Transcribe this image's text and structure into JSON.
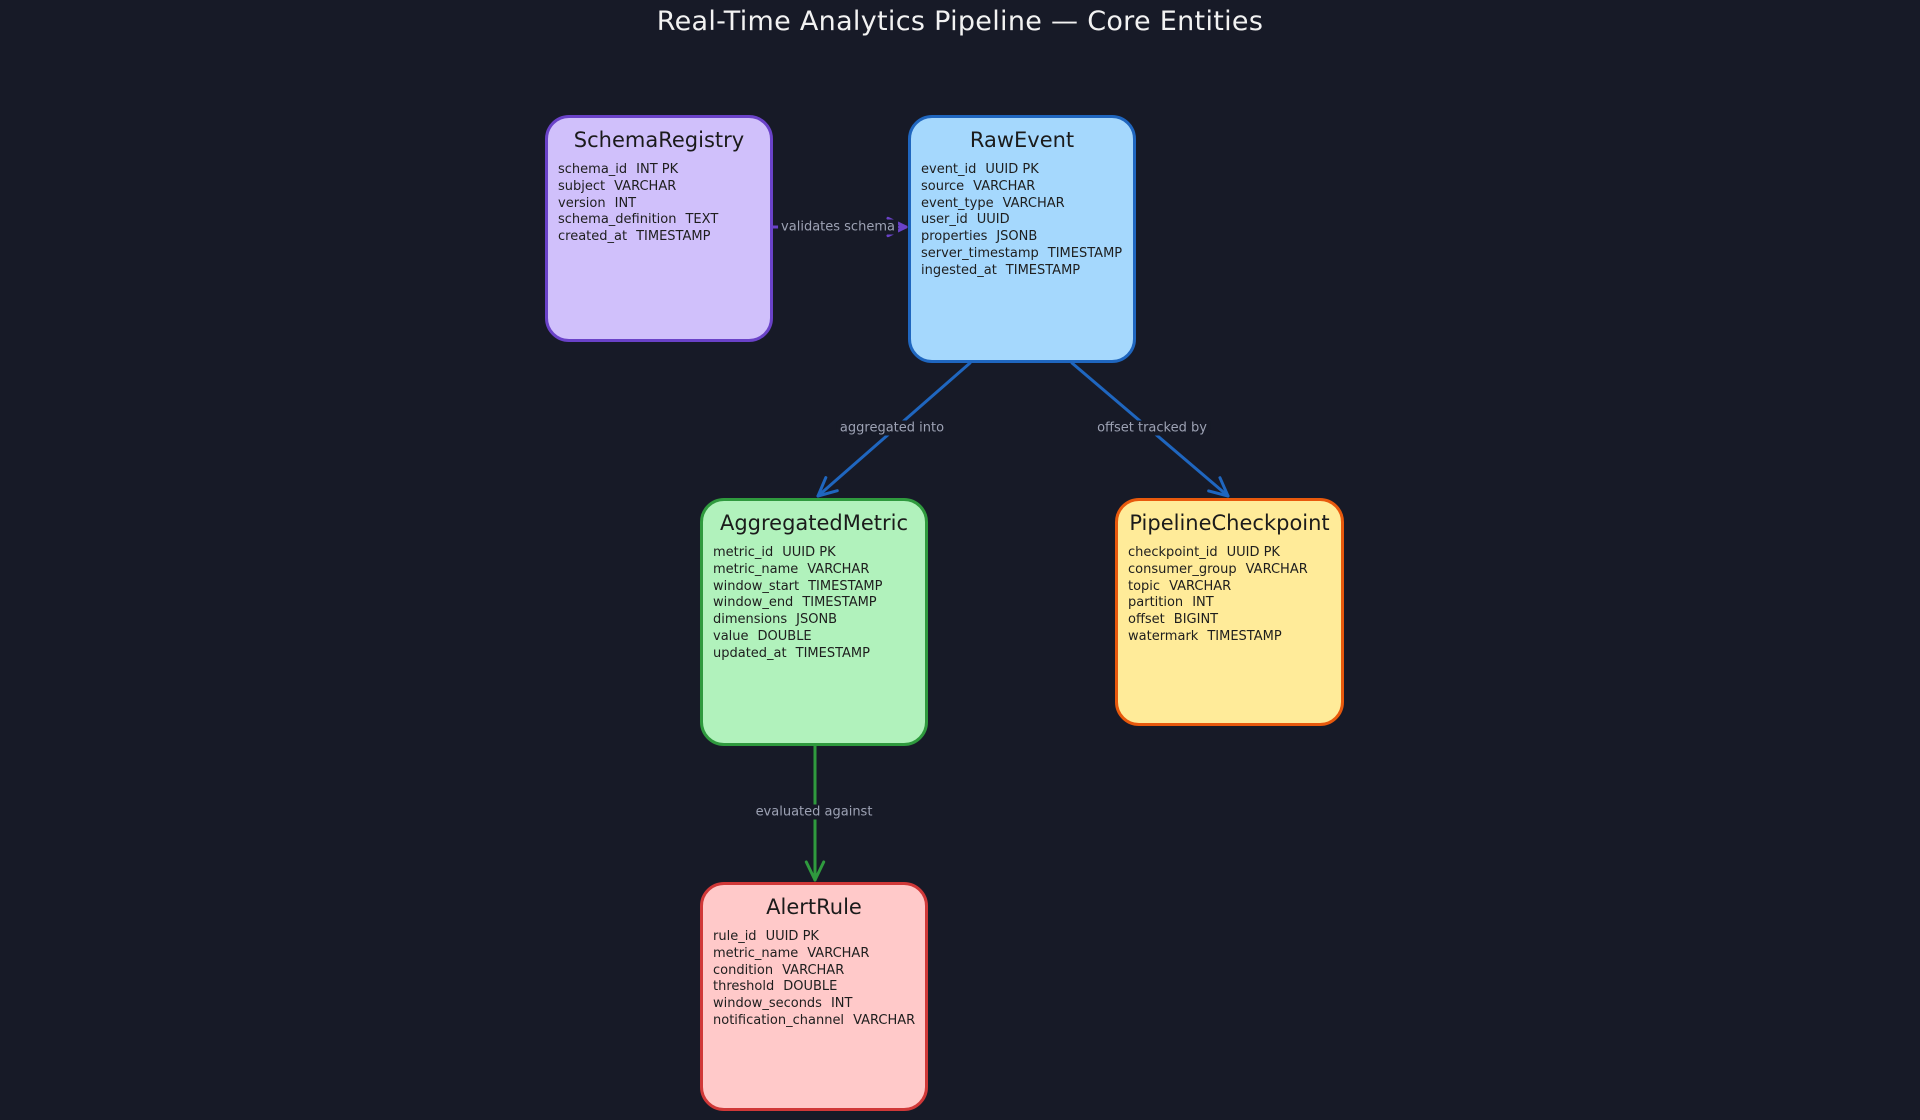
{
  "title": "Real-Time Analytics Pipeline — Core Entities",
  "colors": {
    "background": "#171a27",
    "edge_purple": "#6a42c8",
    "edge_blue": "#1f66bf",
    "edge_green": "#2f9a3e",
    "label": "#9da2b4"
  },
  "entities": [
    {
      "id": "schema_registry",
      "name": "SchemaRegistry",
      "fill": "#d0c0fb",
      "border": "#6a42c8",
      "fields": [
        {
          "name": "schema_id",
          "type": "INT PK"
        },
        {
          "name": "subject",
          "type": "VARCHAR"
        },
        {
          "name": "version",
          "type": "INT"
        },
        {
          "name": "schema_definition",
          "type": "TEXT"
        },
        {
          "name": "created_at",
          "type": "TIMESTAMP"
        }
      ]
    },
    {
      "id": "raw_event",
      "name": "RawEvent",
      "fill": "#a5d8fd",
      "border": "#1f66bf",
      "fields": [
        {
          "name": "event_id",
          "type": "UUID PK"
        },
        {
          "name": "source",
          "type": "VARCHAR"
        },
        {
          "name": "event_type",
          "type": "VARCHAR"
        },
        {
          "name": "user_id",
          "type": "UUID"
        },
        {
          "name": "properties",
          "type": "JSONB"
        },
        {
          "name": "server_timestamp",
          "type": "TIMESTAMP"
        },
        {
          "name": "ingested_at",
          "type": "TIMESTAMP"
        }
      ]
    },
    {
      "id": "aggregated_metric",
      "name": "AggregatedMetric",
      "fill": "#b1f2bc",
      "border": "#2f9a3e",
      "fields": [
        {
          "name": "metric_id",
          "type": "UUID PK"
        },
        {
          "name": "metric_name",
          "type": "VARCHAR"
        },
        {
          "name": "window_start",
          "type": "TIMESTAMP"
        },
        {
          "name": "window_end",
          "type": "TIMESTAMP"
        },
        {
          "name": "dimensions",
          "type": "JSONB"
        },
        {
          "name": "value",
          "type": "DOUBLE"
        },
        {
          "name": "updated_at",
          "type": "TIMESTAMP"
        }
      ]
    },
    {
      "id": "pipeline_checkpoint",
      "name": "PipelineCheckpoint",
      "fill": "#ffeb99",
      "border": "#e8590c",
      "fields": [
        {
          "name": "checkpoint_id",
          "type": "UUID PK"
        },
        {
          "name": "consumer_group",
          "type": "VARCHAR"
        },
        {
          "name": "topic",
          "type": "VARCHAR"
        },
        {
          "name": "partition",
          "type": "INT"
        },
        {
          "name": "offset",
          "type": "BIGINT"
        },
        {
          "name": "watermark",
          "type": "TIMESTAMP"
        }
      ]
    },
    {
      "id": "alert_rule",
      "name": "AlertRule",
      "fill": "#ffc9c9",
      "border": "#d03838",
      "fields": [
        {
          "name": "rule_id",
          "type": "UUID PK"
        },
        {
          "name": "metric_name",
          "type": "VARCHAR"
        },
        {
          "name": "condition",
          "type": "VARCHAR"
        },
        {
          "name": "threshold",
          "type": "DOUBLE"
        },
        {
          "name": "window_seconds",
          "type": "INT"
        },
        {
          "name": "notification_channel",
          "type": "VARCHAR"
        }
      ]
    }
  ],
  "relationships": [
    {
      "from": "schema_registry",
      "to": "raw_event",
      "label": "validates schema",
      "color": "#6a42c8"
    },
    {
      "from": "raw_event",
      "to": "aggregated_metric",
      "label": "aggregated into",
      "color": "#1f66bf"
    },
    {
      "from": "raw_event",
      "to": "pipeline_checkpoint",
      "label": "offset tracked by",
      "color": "#1f66bf"
    },
    {
      "from": "aggregated_metric",
      "to": "alert_rule",
      "label": "evaluated against",
      "color": "#2f9a3e"
    }
  ]
}
